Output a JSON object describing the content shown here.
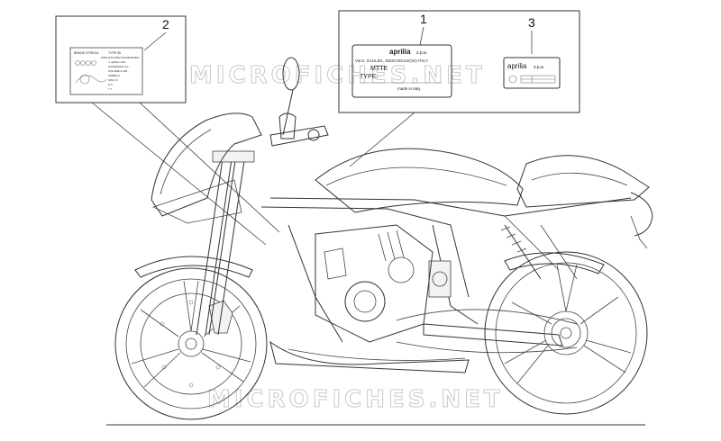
{
  "callouts": {
    "one": "1",
    "two": "2",
    "three": "3"
  },
  "plate_main": {
    "brand": "aprilia",
    "company": "s.p.a.",
    "address": "Via G. GALILEI1, 30033 NOALE(VE)-ITALY",
    "model": "MTTE",
    "type_label": "TYPE:",
    "origin": "made in Italy"
  },
  "plate_small": {
    "brand": "aprilia",
    "company": "s.p.a."
  },
  "label_panel": {
    "header_left": "BRAND STREGA",
    "header_right": "TYPE 95",
    "sub_header": "CIRCUITO FRIO PUNZONADO",
    "lines": [
      "n. aprilia 1 001",
      "CONSENSO 3-A",
      "COLORE 2-100",
      "VERDE 2",
      "SPA 3 9",
      "S 9",
      "7.7"
    ]
  },
  "watermarks": {
    "top": "MICROFICHES.NET",
    "bottom": "MICROFICHES.NET"
  },
  "colors": {
    "line": "#333333",
    "watermark": "#c9c9c9"
  }
}
